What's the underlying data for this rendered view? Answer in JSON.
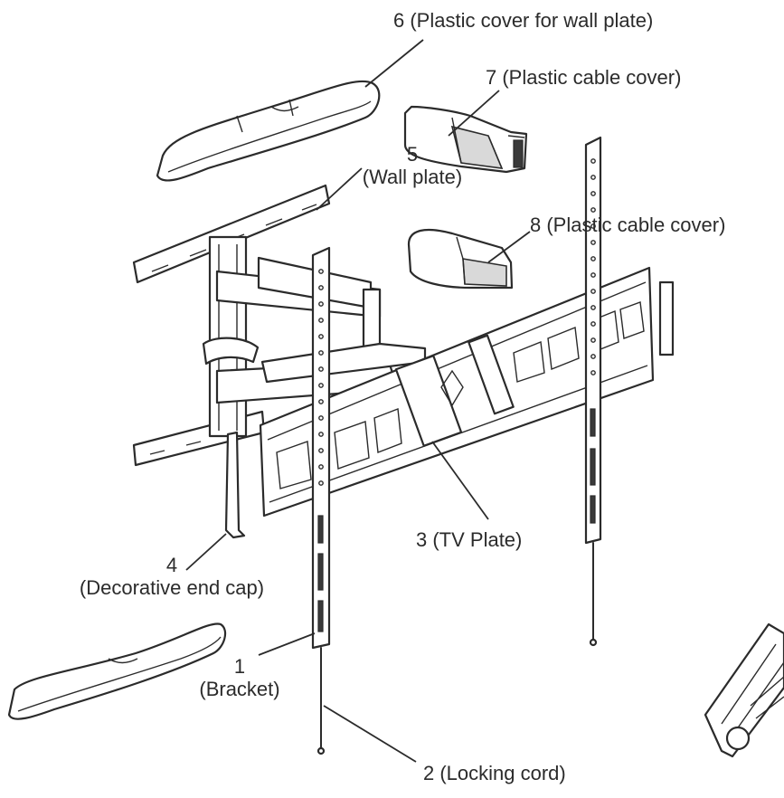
{
  "labels": {
    "part6": "6 (Plastic cover for wall plate)",
    "part7": "7 (Plastic cable cover)",
    "part5_num": "5",
    "part5_name": "(Wall plate)",
    "part8": "8 (Plastic cable cover)",
    "part3": "3 (TV Plate)",
    "part4_num": "4",
    "part4_name": "(Decorative end cap)",
    "part1_num": "1",
    "part1_name": "(Bracket)",
    "part2": "2 (Locking cord)"
  }
}
